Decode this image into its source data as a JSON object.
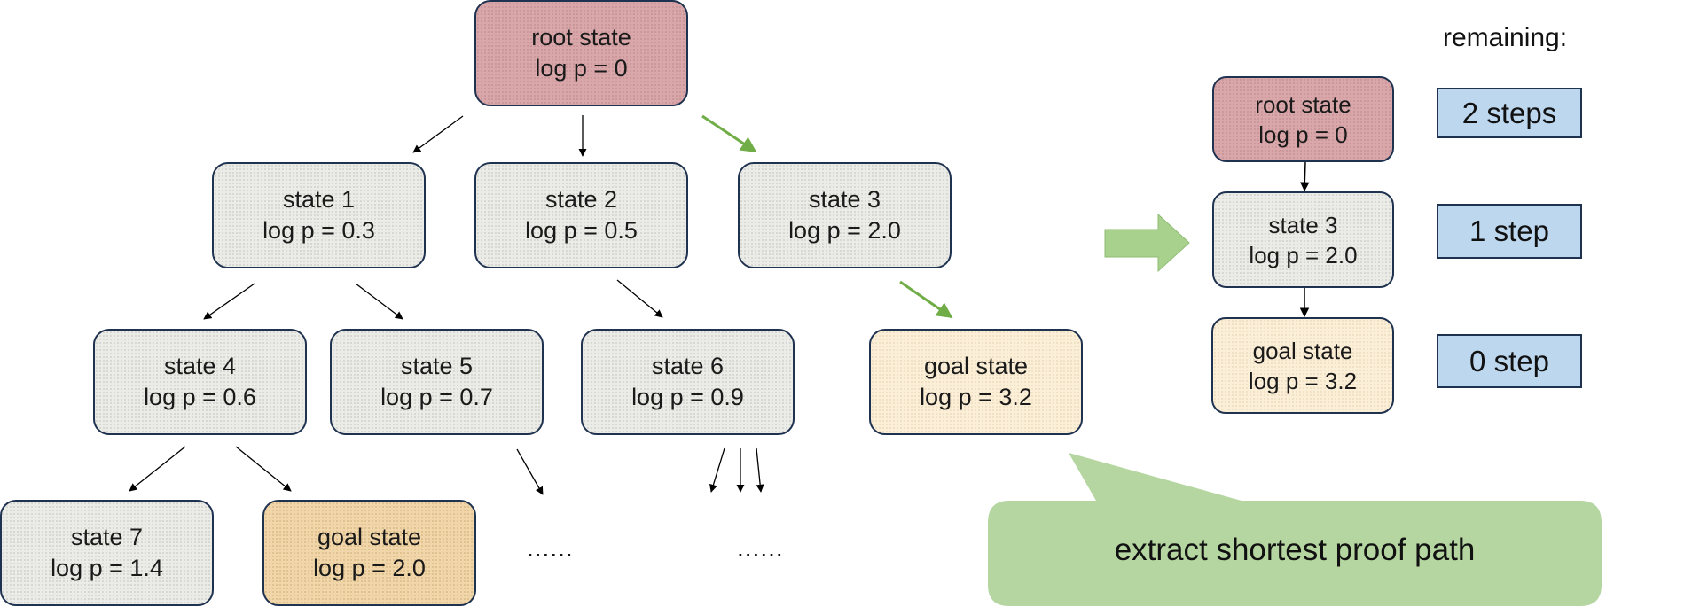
{
  "tree": {
    "nodes": [
      {
        "id": "root",
        "name": "root state",
        "logp": "log p = 0",
        "kind": "root"
      },
      {
        "id": "s1",
        "name": "state 1",
        "logp": "log p = 0.3",
        "kind": "normal"
      },
      {
        "id": "s2",
        "name": "state 2",
        "logp": "log p = 0.5",
        "kind": "normal"
      },
      {
        "id": "s3",
        "name": "state 3",
        "logp": "log p = 2.0",
        "kind": "normal"
      },
      {
        "id": "s4",
        "name": "state 4",
        "logp": "log p = 0.6",
        "kind": "normal"
      },
      {
        "id": "s5",
        "name": "state 5",
        "logp": "log p = 0.7",
        "kind": "normal"
      },
      {
        "id": "s6",
        "name": "state 6",
        "logp": "log p = 0.9",
        "kind": "normal"
      },
      {
        "id": "g1",
        "name": "goal state",
        "logp": "log p = 3.2",
        "kind": "goal-best"
      },
      {
        "id": "s7",
        "name": "state 7",
        "logp": "log p = 1.4",
        "kind": "normal"
      },
      {
        "id": "g2",
        "name": "goal state",
        "logp": "log p = 2.0",
        "kind": "goal"
      }
    ],
    "edges": [
      {
        "from": "root",
        "to": "s1",
        "highlight": false
      },
      {
        "from": "root",
        "to": "s2",
        "highlight": false
      },
      {
        "from": "root",
        "to": "s3",
        "highlight": true
      },
      {
        "from": "s1",
        "to": "s4",
        "highlight": false
      },
      {
        "from": "s1",
        "to": "s5",
        "highlight": false
      },
      {
        "from": "s2",
        "to": "s6",
        "highlight": false
      },
      {
        "from": "s3",
        "to": "g1",
        "highlight": true
      },
      {
        "from": "s4",
        "to": "s7",
        "highlight": false
      },
      {
        "from": "s4",
        "to": "g2",
        "highlight": false
      }
    ],
    "ellipsis_1": "......",
    "ellipsis_2": "......"
  },
  "path": {
    "remaining_label": "remaining:",
    "nodes": [
      {
        "name": "root state",
        "logp": "log p = 0",
        "kind": "root",
        "remaining": "2 steps"
      },
      {
        "name": "state 3",
        "logp": "log p = 2.0",
        "kind": "normal",
        "remaining": "1 step"
      },
      {
        "name": "goal state",
        "logp": "log p = 3.2",
        "kind": "goal-best",
        "remaining": "0 step"
      }
    ]
  },
  "callout": {
    "text": "extract shortest proof path"
  },
  "colors": {
    "node_border": "#1f3250",
    "root_fill": "#d9a7aa",
    "state_fill": "#ebebe7",
    "goal_fill": "#fcefd8",
    "goal_alt_fill": "#f0d6a8",
    "highlight_arrow": "#70ad47",
    "badge_fill": "#bdd7ee",
    "callout_fill": "#b5d6a0",
    "big_arrow_fill": "#a9d18e"
  }
}
